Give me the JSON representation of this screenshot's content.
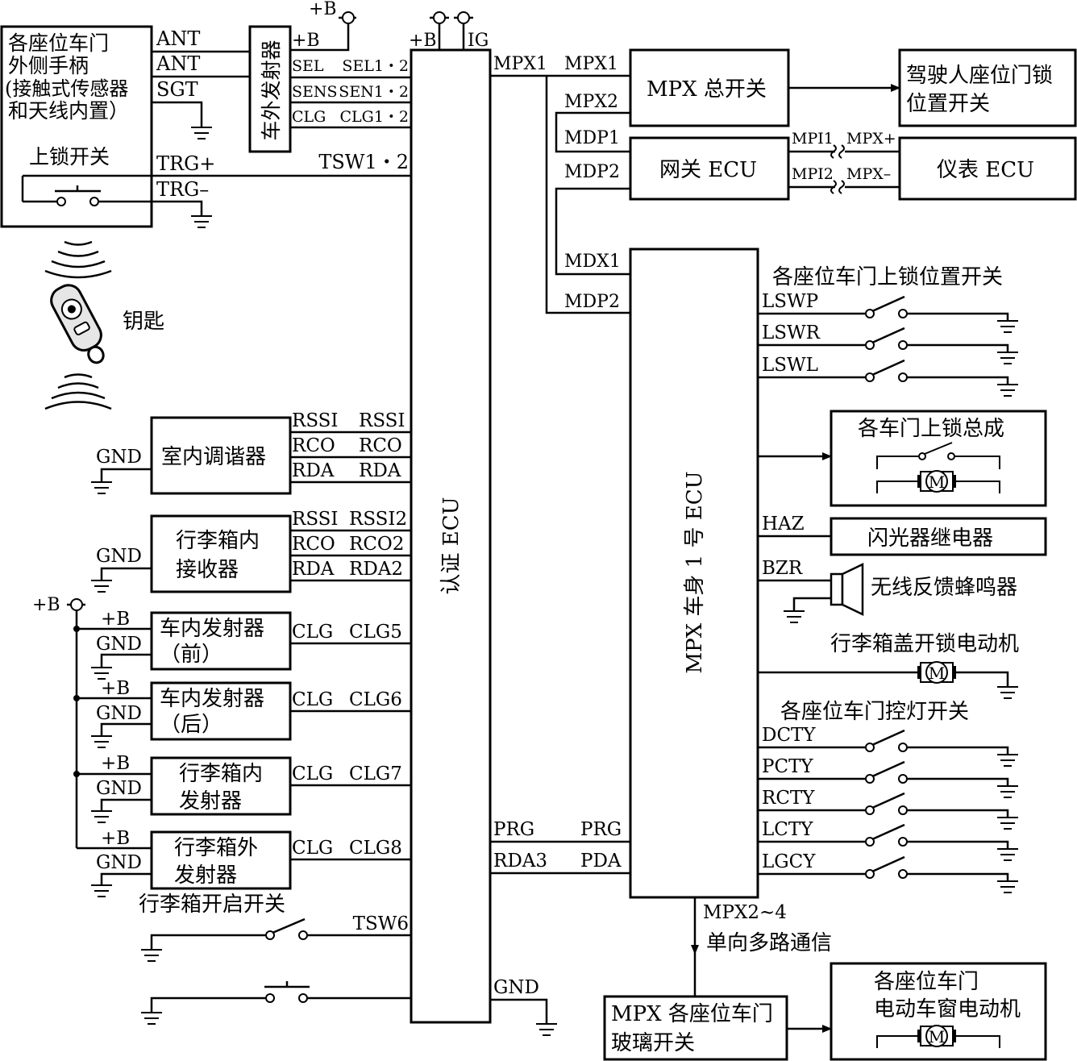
{
  "supply": {
    "pb": "+B",
    "ig": "IG",
    "gnd": "GND"
  },
  "handle": {
    "l1": "各座位车门",
    "l2": "外侧手柄",
    "l3": "(接触式传感器",
    "l4": "和天线内置）",
    "lock": "上锁开关",
    "ant1": "ANT",
    "ant2": "ANT",
    "sgt": "SGT",
    "trgp": "TRG+",
    "trgm": "TRG–"
  },
  "ext_tx": {
    "title": "车外发射器",
    "pin_pb": "+B",
    "pin_sel": "SEL",
    "pin_sens": "SENS",
    "pin_clg": "CLG"
  },
  "auth_ecu": {
    "title": "认证 ECU",
    "sel": "SEL1・2",
    "sen": "SEN1・2",
    "clg": "CLG1・2",
    "tsw": "TSW1・2",
    "mpx1": "MPX1",
    "prg": "PRG",
    "rda3": "RDA3",
    "tsw6": "TSW6",
    "gnd": "GND"
  },
  "key": "钥匙",
  "tuner": {
    "title": "室内调谐器",
    "gnd": "GND",
    "rssi": "RSSI",
    "rco": "RCO",
    "rda": "RDA"
  },
  "trunk_rx": {
    "l1": "行李箱内",
    "l2": "接收器",
    "gnd": "GND",
    "rssi": "RSSI",
    "rco": "RCO",
    "rda": "RDA",
    "ecu_rssi": "RSSI2",
    "ecu_rco": "RCO2",
    "ecu_rda": "RDA2"
  },
  "transmitters": [
    {
      "l1": "车内发射器",
      "l2": "（前）",
      "pb": "+B",
      "gnd": "GND",
      "clg": "CLG",
      "pin": "CLG5"
    },
    {
      "l1": "车内发射器",
      "l2": "（后）",
      "pb": "+B",
      "gnd": "GND",
      "clg": "CLG",
      "pin": "CLG6"
    },
    {
      "l1": "行李箱内",
      "l2": "发射器",
      "pb": "+B",
      "gnd": "GND",
      "clg": "CLG",
      "pin": "CLG7"
    },
    {
      "l1": "行李箱外",
      "l2": "发射器",
      "pb": "+B",
      "gnd": "GND",
      "clg": "CLG",
      "pin": "CLG8"
    }
  ],
  "trunk_open_switch": "行李箱开启开关",
  "mpx_master": {
    "title": "MPX 总开关",
    "mpx1": "MPX1",
    "mpx2": "MPX2"
  },
  "driver_lock_switch": {
    "l1": "驾驶人座位门锁",
    "l2": "位置开关"
  },
  "gateway": {
    "title": "网关 ECU",
    "mdp1": "MDP1",
    "mdp2": "MDP2",
    "mpi1": "MPI1",
    "mpi2": "MPI2"
  },
  "meter": {
    "title": "仪表 ECU",
    "mpxp": "MPX+",
    "mpxm": "MPX–"
  },
  "body_ecu": {
    "title": "MPX 车身 1 号 ECU",
    "mdx1": "MDX1",
    "mdp2": "MDP2",
    "prg": "PRG",
    "pda": "PDA",
    "mpx24": "MPX2~4",
    "oneway": "单向多路通信"
  },
  "lock_pos": {
    "title": "各座位车门上锁位置开关",
    "pins": [
      "LSWP",
      "LSWR",
      "LSWL"
    ]
  },
  "door_lock": {
    "title": "各车门上锁总成"
  },
  "motor_label": "M",
  "flasher": {
    "pin": "HAZ",
    "title": "闪光器继电器"
  },
  "buzzer": {
    "pin": "BZR",
    "title": "无线反馈蜂鸣器"
  },
  "trunk_motor": {
    "title": "行李箱盖开锁电动机"
  },
  "courtesy": {
    "title": "各座位车门控灯开关",
    "pins": [
      "DCTY",
      "PCTY",
      "RCTY",
      "LCTY",
      "LGCY"
    ]
  },
  "window_switch": {
    "l1": "MPX 各座位车门",
    "l2": "玻璃开关"
  },
  "window_motor": {
    "l1": "各座位车门",
    "l2": "电动车窗电动机"
  }
}
